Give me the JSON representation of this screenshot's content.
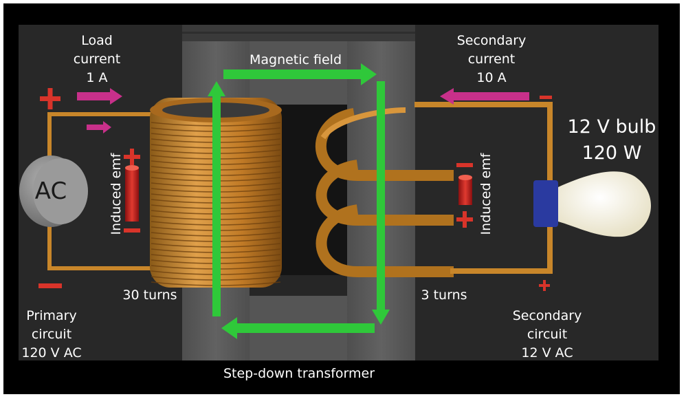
{
  "labels": {
    "load_current": [
      "Load",
      "current",
      "1 A"
    ],
    "magnetic_field": "Magnetic field",
    "secondary_current": [
      "Secondary",
      "current",
      "10 A"
    ],
    "bulb": [
      "12 V bulb",
      "120 W"
    ],
    "ac_source": "AC",
    "induced_emf_primary": "Induced emf",
    "induced_emf_secondary": "Induced emf",
    "primary_turns": "30 turns",
    "secondary_turns": "3 turns",
    "primary_circuit": [
      "Primary",
      "circuit",
      "120 V AC"
    ],
    "secondary_circuit": [
      "Secondary",
      "circuit",
      "12 V AC"
    ],
    "caption": "Step-down transformer"
  },
  "colors": {
    "background": "#000000",
    "panel": "#282828",
    "core": "#5a5a5a",
    "copper": "#c8862a",
    "field_arrow": "#2fc83a",
    "current_arrow": "#c8308a",
    "polarity": "#d8342a",
    "bulb_base": "#2a3aa0",
    "bulb_glass": "#fbf8e8"
  }
}
